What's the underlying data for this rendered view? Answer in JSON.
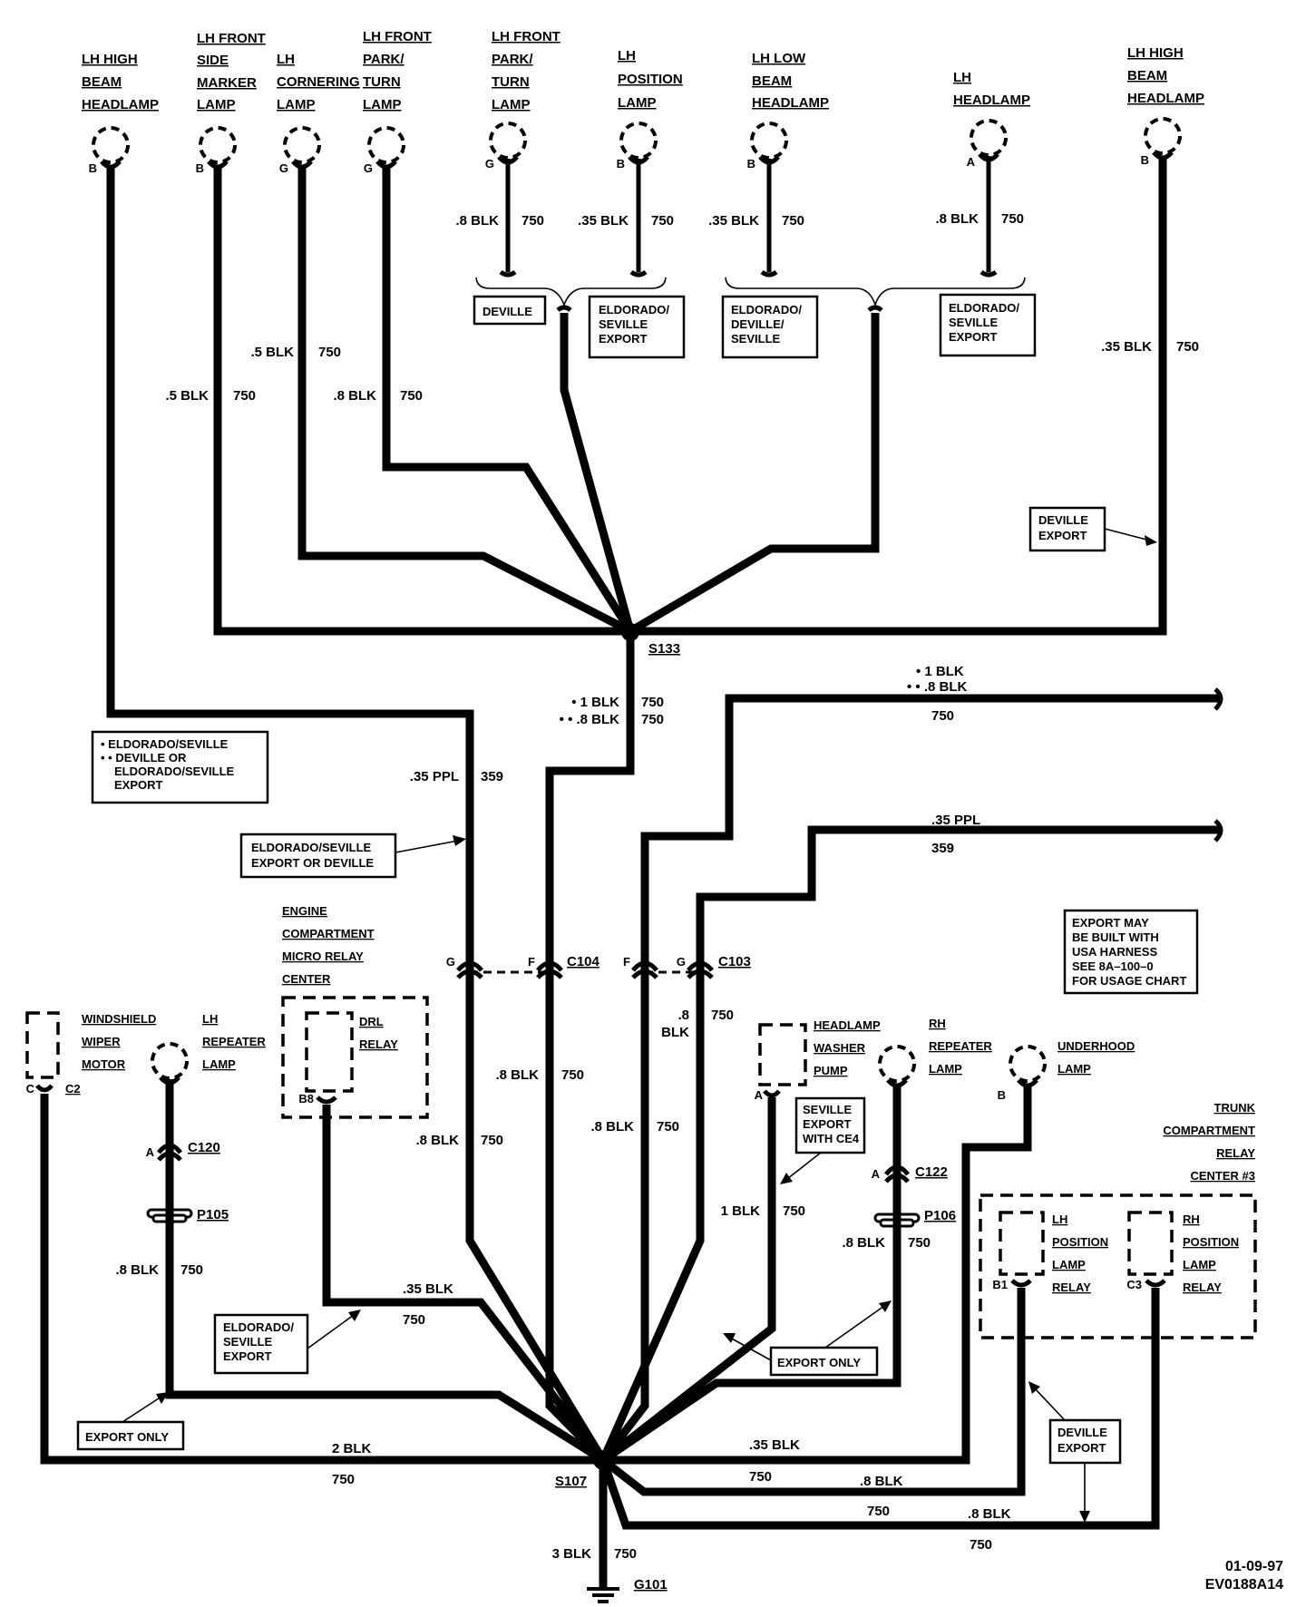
{
  "top_components": [
    {
      "lines": [
        "LH HIGH",
        "BEAM",
        "HEADLAMP"
      ],
      "pin": "B"
    },
    {
      "lines": [
        "LH FRONT",
        "SIDE",
        "MARKER",
        "LAMP"
      ],
      "pin": "B"
    },
    {
      "lines": [
        "LH",
        "CORNERING",
        "LAMP"
      ],
      "pin": "G"
    },
    {
      "lines": [
        "LH FRONT",
        "PARK/",
        "TURN",
        "LAMP"
      ],
      "pin": "G"
    },
    {
      "lines": [
        "LH FRONT",
        "PARK/",
        "TURN",
        "LAMP"
      ],
      "pin": "G"
    },
    {
      "lines": [
        "LH",
        "POSITION",
        "LAMP"
      ],
      "pin": "B"
    },
    {
      "lines": [
        "LH LOW",
        "BEAM",
        "HEADLAMP"
      ],
      "pin": "B"
    },
    {
      "lines": [
        "LH",
        "HEADLAMP"
      ],
      "pin": "A"
    },
    {
      "lines": [
        "LH HIGH",
        "BEAM",
        "HEADLAMP"
      ],
      "pin": "B"
    }
  ],
  "wires": {
    "w1": {
      "size": ".5 BLK",
      "circuit": "750"
    },
    "w2": {
      "size": ".5 BLK",
      "circuit": "750"
    },
    "w3": {
      "size": ".8 BLK",
      "circuit": "750"
    },
    "w4": {
      "size": ".8 BLK",
      "circuit": "750"
    },
    "w5": {
      "size": ".35 BLK",
      "circuit": "750"
    },
    "w6": {
      "size": ".35 BLK",
      "circuit": "750"
    },
    "w7": {
      "size": ".8 BLK",
      "circuit": "750"
    },
    "w8": {
      "size": ".35 BLK",
      "circuit": "750"
    },
    "s133_down": {
      "a": "• 1 BLK",
      "b": "• • .8 BLK",
      "circuit_a": "750",
      "circuit_b": "750"
    },
    "right_top": {
      "a": "• 1 BLK",
      "b": "• • .8 BLK",
      "circuit": "750"
    },
    "ppl_left": {
      "size": ".35 PPL",
      "circuit": "359"
    },
    "ppl_right": {
      "size": ".35 PPL",
      "circuit": "359"
    },
    "c104f": {
      "size": ".8 BLK",
      "circuit": "750"
    },
    "c104g": {
      "size": ".8 BLK",
      "circuit": "750"
    },
    "c103f": {
      "size": ".8 BLK",
      "circuit": "750"
    },
    "c103g": {
      "size_a": ".8",
      "size_b": "BLK",
      "circuit": "750"
    },
    "drl": {
      "size": ".35 BLK",
      "circuit": "750"
    },
    "lh_rep": {
      "size": ".8 BLK",
      "circuit": "750"
    },
    "wiper": {
      "size": "2 BLK",
      "circuit": "750"
    },
    "washer": {
      "size": "1 BLK",
      "circuit": "750"
    },
    "rh_rep": {
      "size": ".8 BLK",
      "circuit": "750"
    },
    "underhood": {
      "size": ".35 BLK",
      "circuit": "750"
    },
    "lh_pos_relay": {
      "size": ".8 BLK",
      "circuit": "750"
    },
    "rh_pos_relay": {
      "size": ".8 BLK",
      "circuit": "750"
    },
    "ground": {
      "size": "3 BLK",
      "circuit": "750"
    }
  },
  "variant_boxes": {
    "deville": "DEVILLE",
    "eld_sev_export_1": [
      "ELDORADO/",
      "SEVILLE",
      "EXPORT"
    ],
    "eld_dev_sev": [
      "ELDORADO/",
      "DEVILLE/",
      "SEVILLE"
    ],
    "eld_sev_export_2": [
      "ELDORADO/",
      "SEVILLE",
      "EXPORT"
    ],
    "deville_export_top": [
      "DEVILLE",
      "EXPORT"
    ],
    "eld_sev_or_dev": [
      "ELDORADO/SEVILLE",
      "EXPORT OR DEVILLE"
    ],
    "eld_sev_export_low": [
      "ELDORADO/",
      "SEVILLE",
      "EXPORT"
    ],
    "export_only_left": "EXPORT ONLY",
    "export_only_mid": "EXPORT ONLY",
    "seville_export_ce4": [
      "SEVILLE",
      "EXPORT",
      "WITH CE4"
    ],
    "deville_export_bottom": [
      "DEVILLE",
      "EXPORT"
    ]
  },
  "legend": [
    "• ELDORADO/SEVILLE",
    "• • DEVILLE OR",
    "ELDORADO/SEVILLE",
    "EXPORT"
  ],
  "export_note": [
    "EXPORT MAY",
    "BE BUILT WITH",
    "USA HARNESS",
    "SEE 8A–100–0",
    "FOR USAGE CHART"
  ],
  "splices": {
    "s133": "S133",
    "s107": "S107"
  },
  "ground": "G101",
  "connectors": {
    "c104": "C104",
    "c103": "C103",
    "c120": "C120",
    "c122": "C122",
    "c2": "C2",
    "p105": "P105",
    "p106": "P106",
    "pins": {
      "c104_g": "G",
      "c104_f": "F",
      "c103_f": "F",
      "c103_g": "G",
      "c120_a": "A",
      "c122_a": "A",
      "wiper_c": "C",
      "drl_b8": "B8",
      "washer_a": "A",
      "underhood_b": "B",
      "lh_relay_b1": "B1",
      "rh_relay_c3": "C3"
    }
  },
  "components_lower": {
    "wiper": [
      "WINDSHIELD",
      "WIPER",
      "MOTOR"
    ],
    "lh_repeater": [
      "LH",
      "REPEATER",
      "LAMP"
    ],
    "engine_relay_center": [
      "ENGINE",
      "COMPARTMENT",
      "MICRO RELAY",
      "CENTER"
    ],
    "drl_relay": [
      "DRL",
      "RELAY"
    ],
    "washer": [
      "HEADLAMP",
      "WASHER",
      "PUMP"
    ],
    "rh_repeater": [
      "RH",
      "REPEATER",
      "LAMP"
    ],
    "underhood": [
      "UNDERHOOD",
      "LAMP"
    ],
    "trunk_center": [
      "TRUNK",
      "COMPARTMENT",
      "RELAY",
      "CENTER #3"
    ],
    "lh_pos_relay": [
      "LH",
      "POSITION",
      "LAMP",
      "RELAY"
    ],
    "rh_pos_relay": [
      "RH",
      "POSITION",
      "LAMP",
      "RELAY"
    ]
  },
  "footer": {
    "date": "01-09-97",
    "code": "EV0188A14"
  }
}
